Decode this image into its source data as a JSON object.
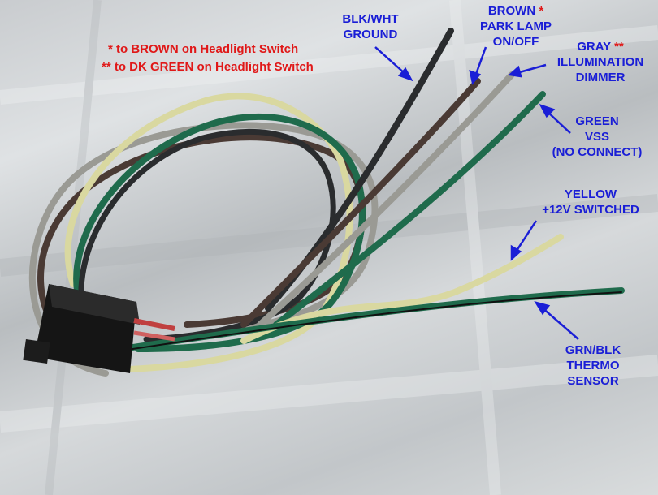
{
  "notes": {
    "line1": "* to BROWN on Headlight Switch",
    "line2": "** to DK GREEN on Headlight Switch"
  },
  "labels": {
    "blk_wht": {
      "name": "BLK/WHT",
      "function": "GROUND"
    },
    "brown": {
      "name": "BROWN",
      "marker": "*",
      "line2": "PARK LAMP",
      "line3": "ON/OFF"
    },
    "gray": {
      "name": "GRAY",
      "marker": "**",
      "line2": "ILLUMINATION",
      "line3": "DIMMER"
    },
    "green": {
      "name": "GREEN",
      "line2": "VSS",
      "line3": "(NO CONNECT)"
    },
    "yellow": {
      "name": "YELLOW",
      "line2": "+12V SWITCHED"
    },
    "grn_blk": {
      "name": "GRN/BLK",
      "line2": "THERMO",
      "line3": "SENSOR"
    }
  },
  "colors": {
    "label_text": "#1a1ed6",
    "note_text": "#e01818",
    "wire_black": "#2a2c2e",
    "wire_brown": "#4a3a34",
    "wire_gray": "#9a9a94",
    "wire_green": "#1f6b4c",
    "wire_yellow": "#d9d8a0",
    "connector": "#151515"
  }
}
